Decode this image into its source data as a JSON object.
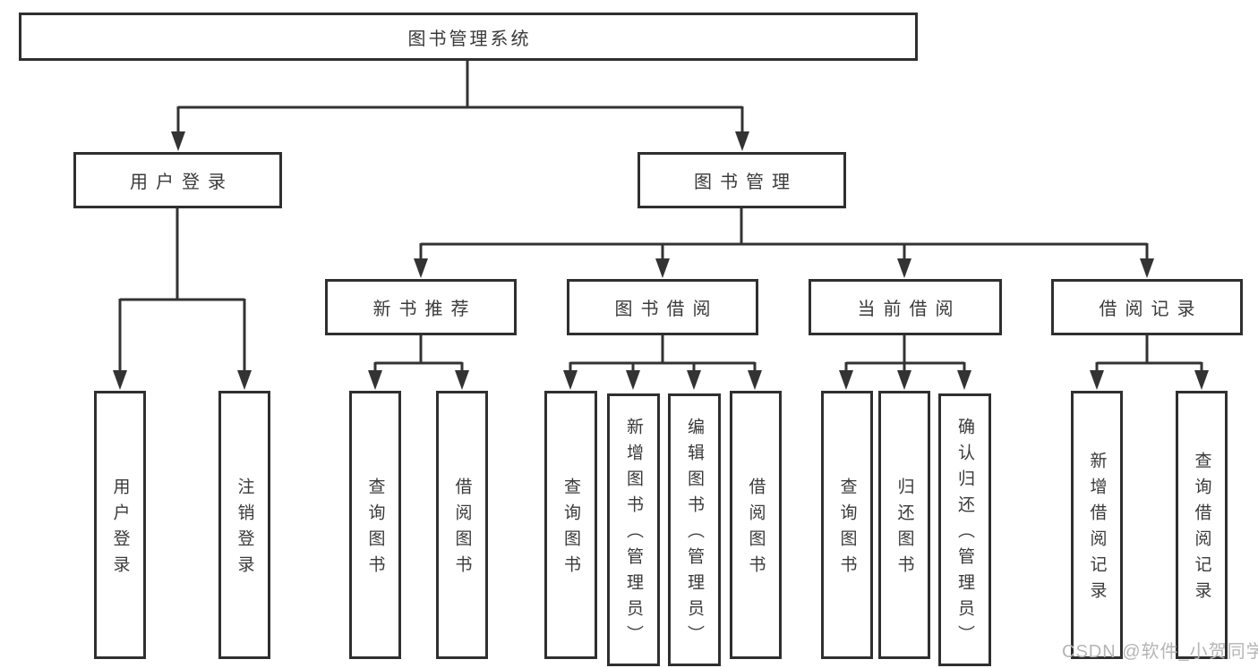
{
  "diagram": {
    "root": {
      "label": "图书管理系统"
    },
    "level2": {
      "user_login": {
        "label": "用户登录"
      },
      "book_mgmt": {
        "label": "图书管理"
      }
    },
    "level3": {
      "new_book_rec": {
        "label": "新书推荐"
      },
      "book_borrow": {
        "label": "图书借阅"
      },
      "current_borrow": {
        "label": "当前借阅"
      },
      "borrow_records": {
        "label": "借阅记录"
      }
    },
    "leaves": {
      "user_login_leaf": {
        "label": "用户登录"
      },
      "logout_leaf": {
        "label": "注销登录"
      },
      "rec_query_books": {
        "label": "查询图书"
      },
      "rec_borrow_books": {
        "label": "借阅图书"
      },
      "bb_query_books": {
        "label": "查询图书"
      },
      "bb_add_books": {
        "label": "新增图书（管理员）"
      },
      "bb_edit_books": {
        "label": "编辑图书（管理员）"
      },
      "bb_borrow_books": {
        "label": "借阅图书"
      },
      "cb_query_books": {
        "label": "查询图书"
      },
      "cb_return_books": {
        "label": "归还图书"
      },
      "cb_confirm_return": {
        "label": "确认归还（管理员）"
      },
      "br_add_record": {
        "label": "新增借阅记录"
      },
      "br_query_record": {
        "label": "查询借阅记录"
      }
    },
    "watermark": "CSDN @软件_小贺同学",
    "colors": {
      "line": "#333333",
      "box_border": "#2f2f2f",
      "box_fill": "#ffffff",
      "text": "#3a3a3a",
      "watermark": "#b5b5b5"
    }
  }
}
